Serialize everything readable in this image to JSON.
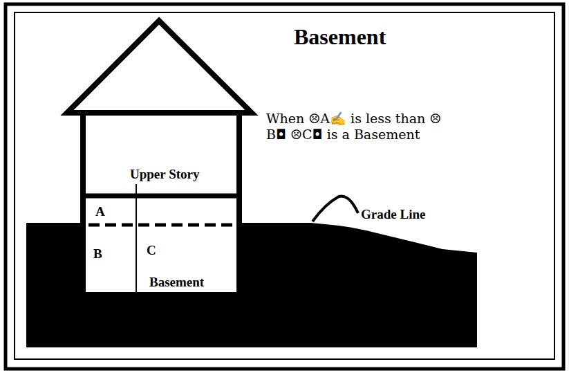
{
  "diagram": {
    "title": "Basement",
    "labels": [
      "When ☹A✍ is less than ☹B◘ ☹C◘ is a Basement",
      "Upper Story",
      "A",
      "B",
      "C",
      "Basement",
      "Grade Line"
    ]
  }
}
